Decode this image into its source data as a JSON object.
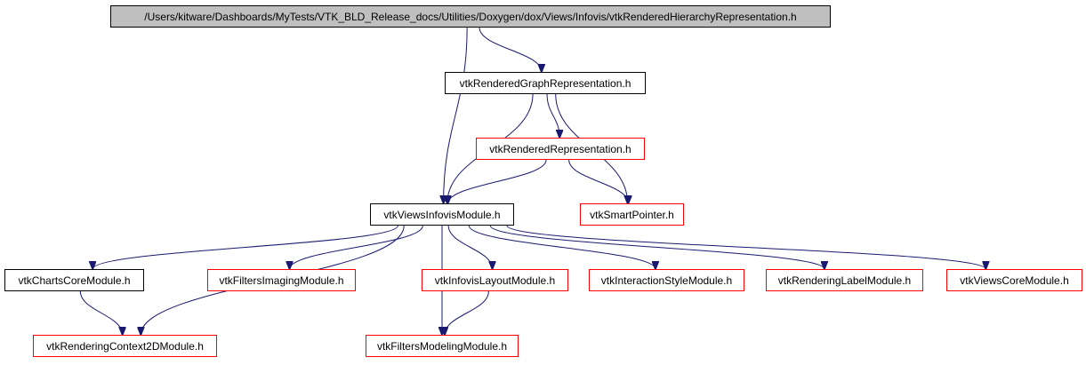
{
  "colors": {
    "edge": "#191970",
    "node_border": "#000000",
    "external_border": "#ff0000",
    "root_fill": "#bfbfbf"
  },
  "nodes": {
    "root": "/Users/kitware/Dashboards/MyTests/VTK_BLD_Release_docs/Utilities/Doxygen/dox/Views/Infovis/vtkRenderedHierarchyRepresentation.h",
    "graph_rep": "vtkRenderedGraphRepresentation.h",
    "rendered_rep": "vtkRenderedRepresentation.h",
    "views_infovis": "vtkViewsInfovisModule.h",
    "smart_pointer": "vtkSmartPointer.h",
    "charts_core": "vtkChartsCoreModule.h",
    "filters_imaging": "vtkFiltersImagingModule.h",
    "infovis_layout": "vtkInfovisLayoutModule.h",
    "interaction_style": "vtkInteractionStyleModule.h",
    "rendering_label": "vtkRenderingLabelModule.h",
    "views_core": "vtkViewsCoreModule.h",
    "rendering_context2d": "vtkRenderingContext2DModule.h",
    "filters_modeling": "vtkFiltersModelingModule.h"
  },
  "edges": [
    [
      "root",
      "graph_rep"
    ],
    [
      "root",
      "views_infovis"
    ],
    [
      "graph_rep",
      "rendered_rep"
    ],
    [
      "graph_rep",
      "views_infovis"
    ],
    [
      "graph_rep",
      "smart_pointer"
    ],
    [
      "rendered_rep",
      "views_infovis"
    ],
    [
      "rendered_rep",
      "smart_pointer"
    ],
    [
      "views_infovis",
      "charts_core"
    ],
    [
      "views_infovis",
      "rendering_context2d"
    ],
    [
      "views_infovis",
      "filters_imaging"
    ],
    [
      "views_infovis",
      "filters_modeling"
    ],
    [
      "views_infovis",
      "infovis_layout"
    ],
    [
      "views_infovis",
      "interaction_style"
    ],
    [
      "views_infovis",
      "rendering_label"
    ],
    [
      "views_infovis",
      "views_core"
    ],
    [
      "charts_core",
      "rendering_context2d"
    ],
    [
      "infovis_layout",
      "filters_modeling"
    ]
  ]
}
